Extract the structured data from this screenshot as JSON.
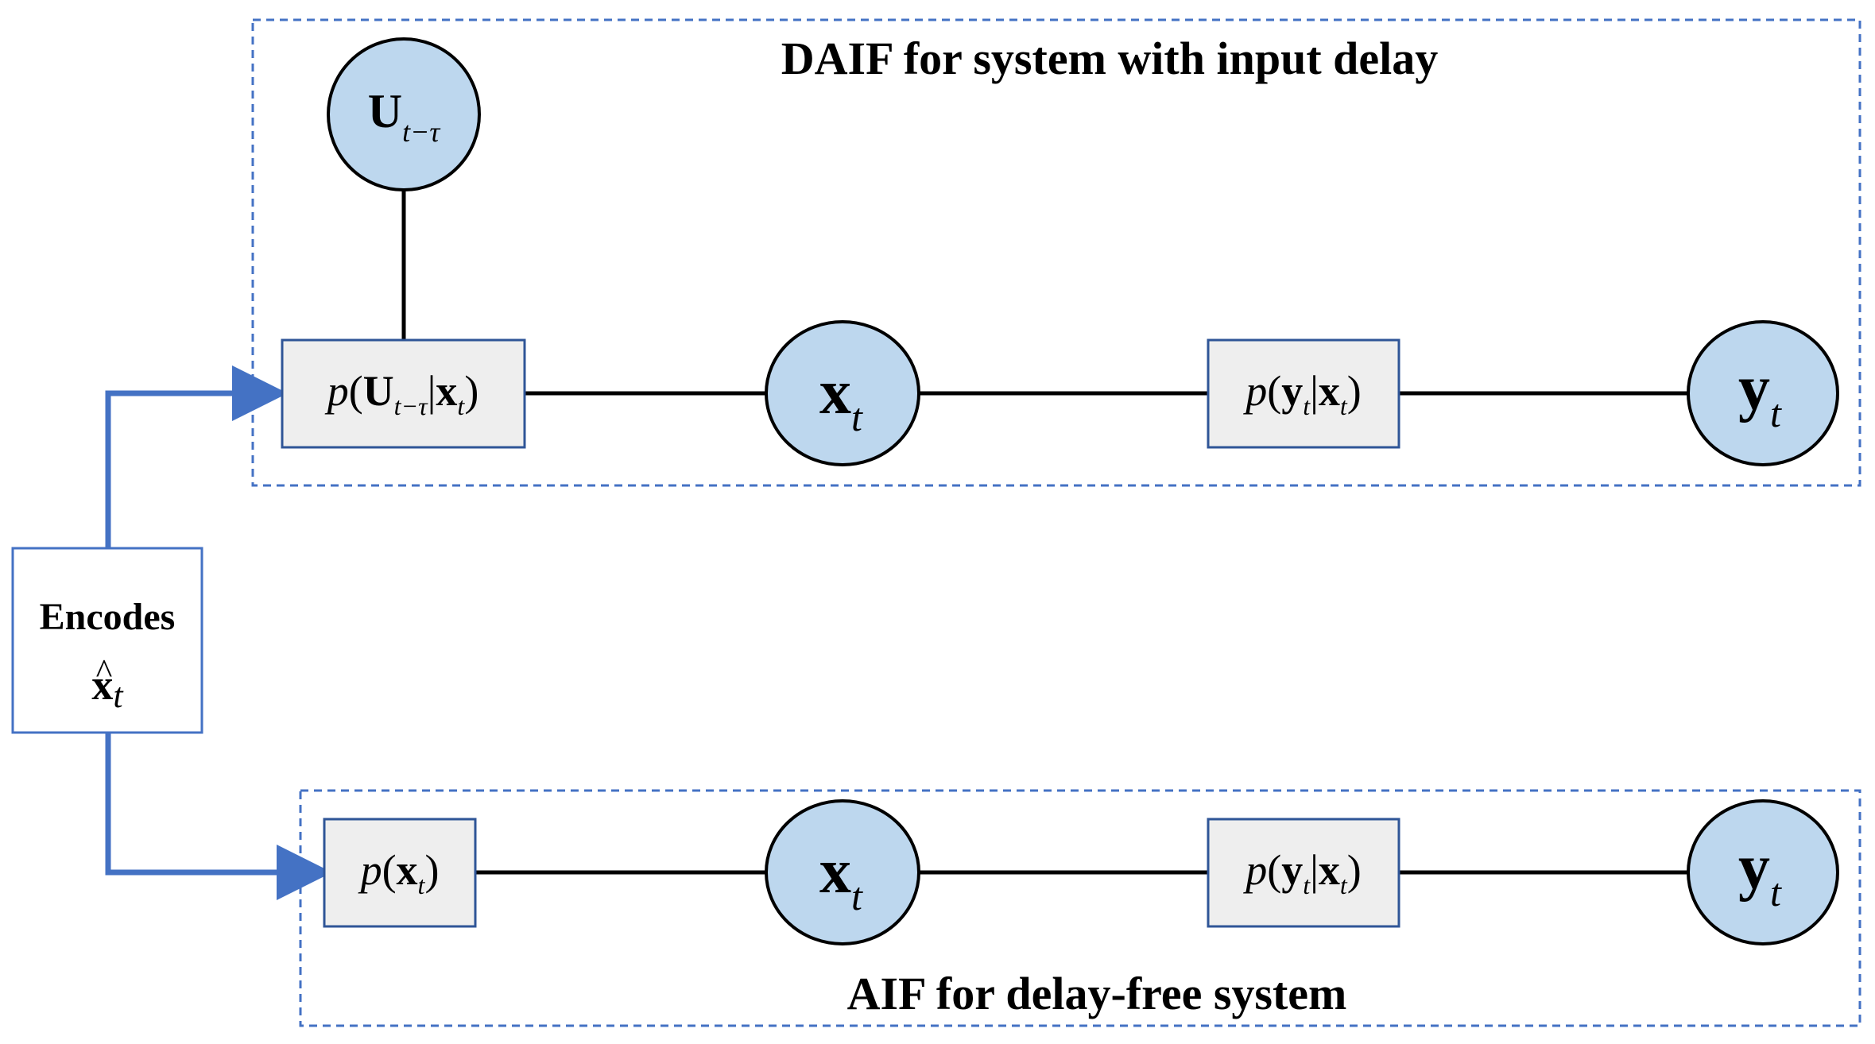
{
  "colors": {
    "node_fill": "#bdd7ee",
    "factor_fill": "#eeeeee",
    "factor_stroke": "#2f5597",
    "frame_stroke": "#4472c4",
    "arrow": "#4472c4",
    "edge": "#000000"
  },
  "top_panel": {
    "title": "DAIF for system with input delay",
    "node_u": {
      "symbol": "U",
      "subscript": "t−τ"
    },
    "factor_u": {
      "p": "p",
      "open": "(",
      "symbol": "U",
      "subscript": "t−τ",
      "bar": "|",
      "given": "x",
      "given_sub": "t",
      "close": ")"
    },
    "node_x": {
      "symbol": "x",
      "subscript": "t"
    },
    "factor_y": {
      "p": "p",
      "open": "(",
      "symbol": "y",
      "subscript": "t",
      "bar": "|",
      "given": "x",
      "given_sub": "t",
      "close": ")"
    },
    "node_y": {
      "symbol": "y",
      "subscript": "t"
    }
  },
  "bottom_panel": {
    "title": "AIF for delay-free system",
    "factor_x": {
      "p": "p",
      "open": "(",
      "symbol": "x",
      "subscript": "t",
      "close": ")"
    },
    "node_x": {
      "symbol": "x",
      "subscript": "t"
    },
    "factor_y": {
      "p": "p",
      "open": "(",
      "symbol": "y",
      "subscript": "t",
      "bar": "|",
      "given": "x",
      "given_sub": "t",
      "close": ")"
    },
    "node_y": {
      "symbol": "y",
      "subscript": "t"
    }
  },
  "encoder": {
    "label": "Encodes",
    "hat": "^",
    "symbol": "x",
    "subscript": "t"
  }
}
